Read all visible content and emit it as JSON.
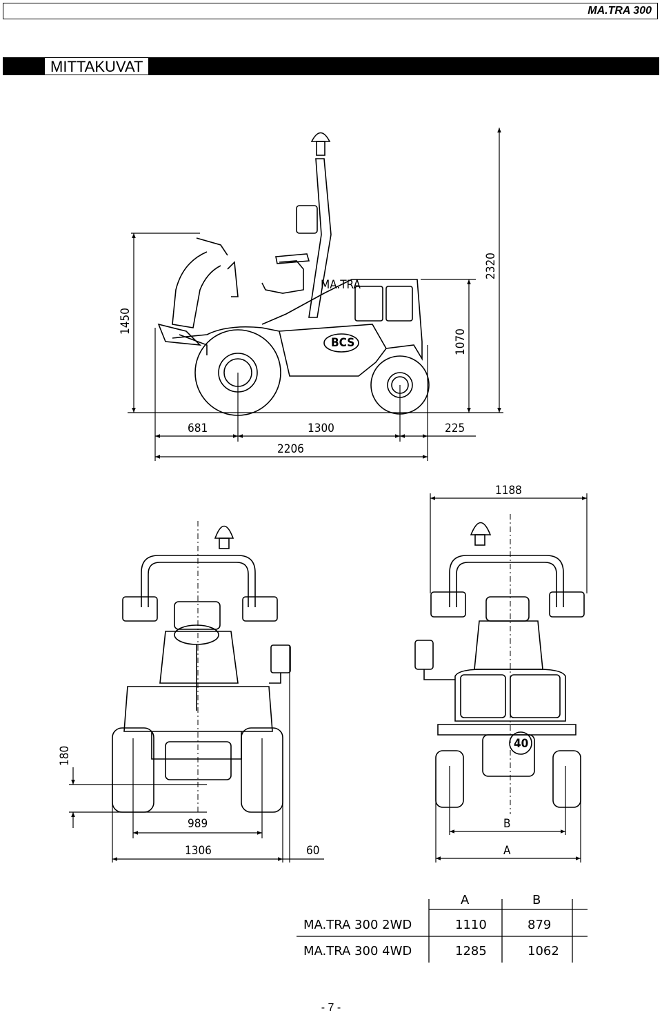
{
  "header": {
    "doc_title": "MA.TRA 300"
  },
  "section": {
    "title": "MITTAKUVAT"
  },
  "side_view": {
    "dims": {
      "overall_height": "2320",
      "seat_height": "1450",
      "cab_height": "1070",
      "front_overhang": "681",
      "wheelbase": "1300",
      "rear_overhang": "225",
      "total_length": "2206"
    },
    "logo": "BCS",
    "badge": "MA.TRA"
  },
  "front_view": {
    "dims": {
      "ground_clearance": "180",
      "inner_width": "989",
      "outer_width": "1306",
      "offset": "60"
    }
  },
  "rear_view": {
    "dims": {
      "top_width": "1188",
      "track_b": "B",
      "track_a": "A"
    },
    "badge": "40"
  },
  "table": {
    "headers": [
      "A",
      "B"
    ],
    "rows": [
      {
        "model": "MA.TRA 300 2WD",
        "a": "1110",
        "b": "879"
      },
      {
        "model": "MA.TRA 300 4WD",
        "a": "1285",
        "b": "1062"
      }
    ]
  },
  "footer": {
    "page_number": "- 7 -"
  }
}
